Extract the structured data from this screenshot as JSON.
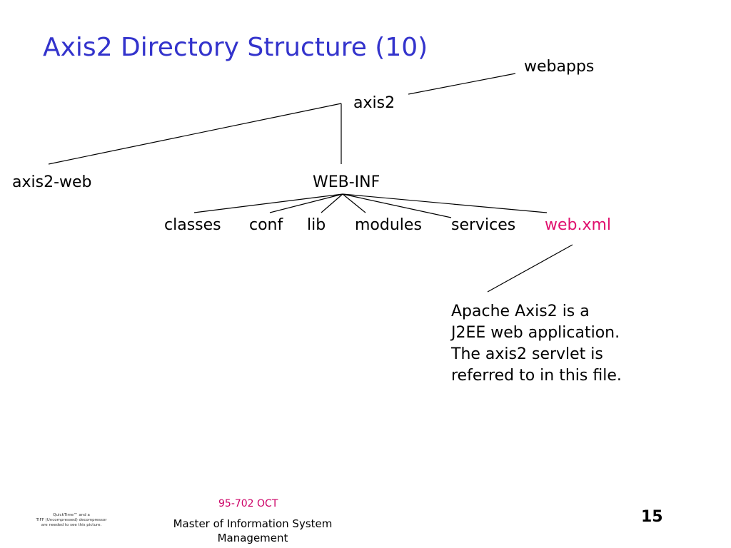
{
  "slide": {
    "title": "Axis2 Directory Structure (10)",
    "nodes": {
      "webapps": "webapps",
      "axis2": "axis2",
      "axis2_web": "axis2-web",
      "web_inf": "WEB-INF",
      "classes": "classes",
      "conf": "conf",
      "lib": "lib",
      "modules": "modules",
      "services": "services",
      "web_xml": "web.xml"
    },
    "note": {
      "line1": "Apache Axis2 is a",
      "line2": "J2EE web application.",
      "line3": "The axis2 servlet is",
      "line4": "referred to in this file."
    },
    "footer": {
      "course": "95-702 OCT",
      "program_line1": "Master of Information System",
      "program_line2": "Management",
      "page_number": "15",
      "quicktime_line1": "QuickTime™ and a",
      "quicktime_line2": "TIFF (Uncompressed) decompressor",
      "quicktime_line3": "are needed to see this picture."
    },
    "colors": {
      "title": "#3333cc",
      "highlight": "#e0106e",
      "course": "#cc0066"
    }
  }
}
